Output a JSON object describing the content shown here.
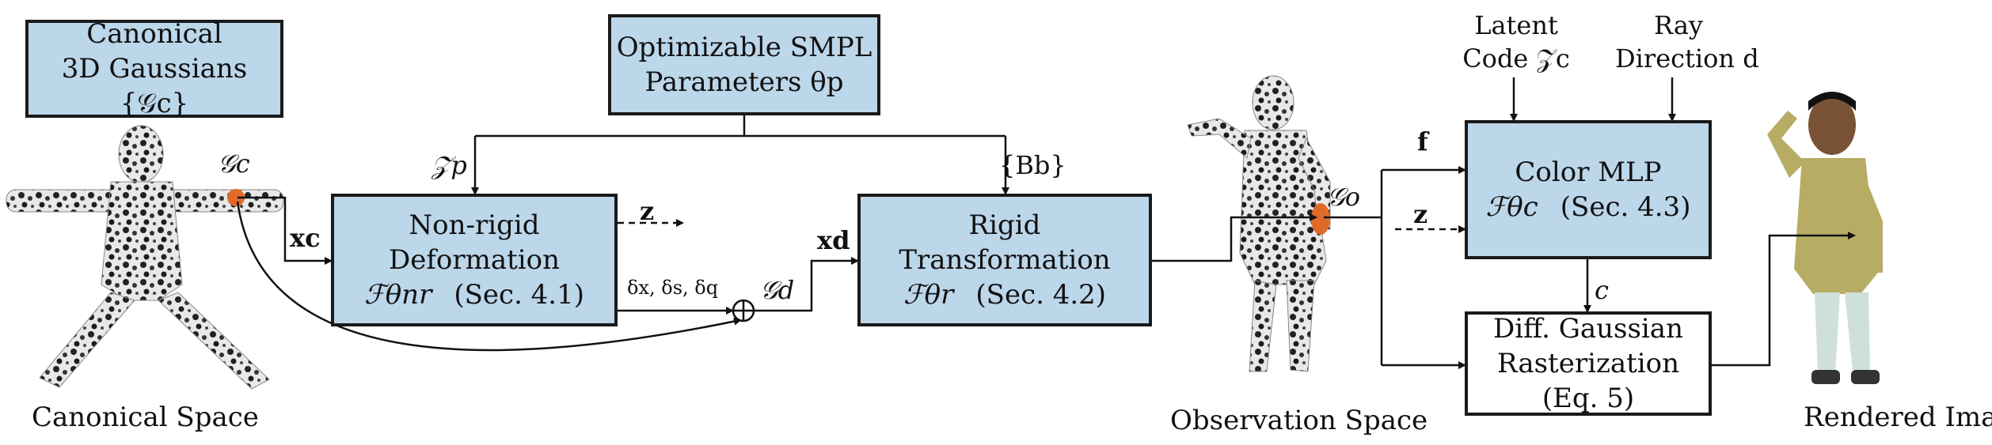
{
  "boxes": {
    "canonical": {
      "line1": "Canonical",
      "line2": "3D Gaussians {𝒢c}"
    },
    "smpl": {
      "line1": "Optimizable SMPL",
      "line2": "Parameters θp"
    },
    "nonrigid": {
      "line1": "Non-rigid Deformation",
      "sym": "ℱθnr",
      "ref": "(Sec. 4.1)"
    },
    "rigid": {
      "line1": "Rigid Transformation",
      "sym": "ℱθr",
      "ref": "(Sec. 4.2)"
    },
    "color": {
      "line1": "Color MLP",
      "sym": "ℱθc",
      "ref": "(Sec. 4.3)"
    },
    "raster": {
      "line1": "Diff. Gaussian",
      "line2": "Rasterization (Eq. 5)"
    }
  },
  "labels": {
    "gc": "𝒢c",
    "xc": "xc",
    "zp": "𝒵p",
    "z1": "z",
    "deltas": "δx, δs, δq",
    "gd": "𝒢d",
    "xd": "xd",
    "bb": "{Bb}",
    "go": "𝒢o",
    "f": "f",
    "z2": "z",
    "c": "c",
    "latent1": "Latent",
    "latent2": "Code 𝒵c",
    "ray1": "Ray",
    "ray2": "Direction d"
  },
  "captions": {
    "canonical_space": "Canonical Space",
    "observation_space": "Observation Space",
    "rendered_image": "Rendered Image"
  }
}
